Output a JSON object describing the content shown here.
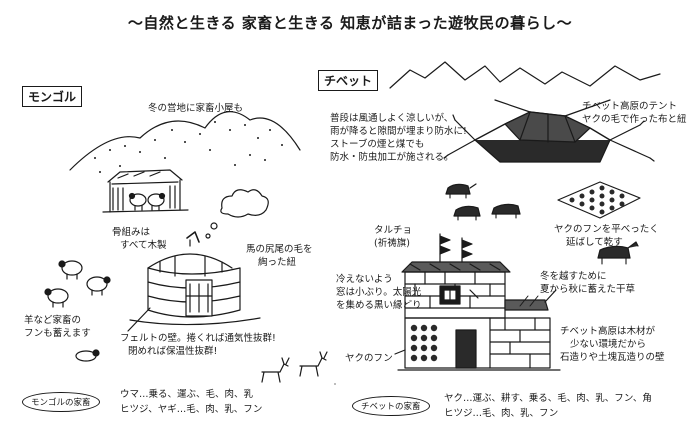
{
  "title": "〜自然と生きる 家畜と生きる 知恵が詰まった遊牧民の暮らし〜",
  "mongol": {
    "heading": "モンゴル",
    "winter_camp": "冬の営地に家畜小屋も",
    "frame": [
      "骨組みは",
      "すべて木製"
    ],
    "horsehair": [
      "馬の尻尾の毛を",
      "綯った紐"
    ],
    "sheep_dung": [
      "羊など家畜の",
      "フンも蓄えます"
    ],
    "felt": [
      "フェルトの壁。捲くれば通気性抜群!",
      "閉めれば保温性抜群!"
    ],
    "livestock_tag": "モンゴルの家畜",
    "livestock": [
      "ウマ…乗る、運ぶ、毛、肉、乳",
      "ヒツジ、ヤギ…毛、肉、乳、フン"
    ]
  },
  "tibet": {
    "heading": "チベット",
    "tent_caption": [
      "チベット高原のテント",
      "ヤクの毛で作った布と紐"
    ],
    "tent_desc": [
      "普段は風通しよく涼しいが、",
      "雨が降ると隙間が埋まり防水に!",
      "ストーブの煙と煤でも",
      "防水・防虫加工が施される。"
    ],
    "yak_dung": [
      "ヤクのフンを平べったく",
      "延ばして乾す"
    ],
    "tarchok": [
      "タルチョ",
      "(祈祷旗)"
    ],
    "window": [
      "冷えないよう",
      "窓は小ぶり。太陽光",
      "を集める黒い縁どり"
    ],
    "hay": [
      "冬を越すために",
      "夏から秋に蓄えた干草"
    ],
    "yak_wall_label": "ヤクのフン",
    "stone_wall": [
      "チベット高原は木材が",
      "少ない環境だから",
      "石造りや土塊瓦造りの壁"
    ],
    "livestock_tag": "チベットの家畜",
    "livestock": [
      "ヤク…運ぶ、耕す、乗る、毛、肉、乳、フン、角",
      "ヒツジ…毛、肉、乳、フン"
    ]
  }
}
